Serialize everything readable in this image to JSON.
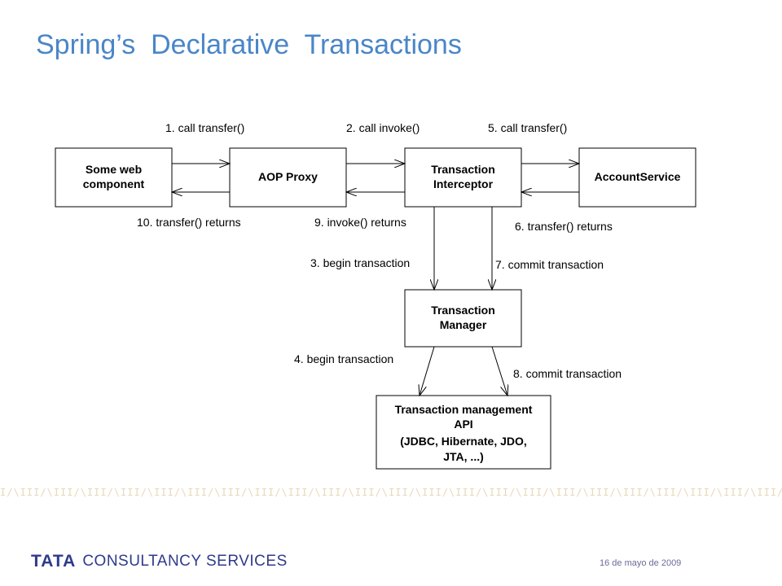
{
  "slide": {
    "title": "Spring’s  Declarative  Transactions",
    "date": "16 de mayo de 2009",
    "pattern": "I/\\III/\\III/\\III/\\III/\\III/\\III/\\III/\\III/\\III/\\III/\\III/\\III/\\III/\\III/\\III/\\III/\\III/\\III/\\III/\\III/\\III/\\III/\\III/\\III/\\III/\\III/\\III/\\III/\\III/\\",
    "logo": {
      "brand": "TATA",
      "rest": "CONSULTANCY SERVICES"
    }
  },
  "diagram": {
    "boxes": {
      "web": [
        "Some web",
        "component"
      ],
      "proxy": [
        "AOP Proxy"
      ],
      "interceptor": [
        "Transaction",
        "Interceptor"
      ],
      "account": [
        "AccountService"
      ],
      "manager": [
        "Transaction",
        "Manager"
      ],
      "api": [
        "Transaction management",
        "API",
        "(JDBC, Hibernate, JDO,",
        "JTA, ...)"
      ]
    },
    "labels": {
      "l1": "1. call transfer()",
      "l2": "2. call invoke()",
      "l5": "5. call transfer()",
      "l10": "10. transfer() returns",
      "l9": "9. invoke() returns",
      "l6": "6. transfer() returns",
      "l3": "3. begin transaction",
      "l7": "7. commit transaction",
      "l4": "4. begin transaction",
      "l8": "8. commit transaction"
    }
  }
}
